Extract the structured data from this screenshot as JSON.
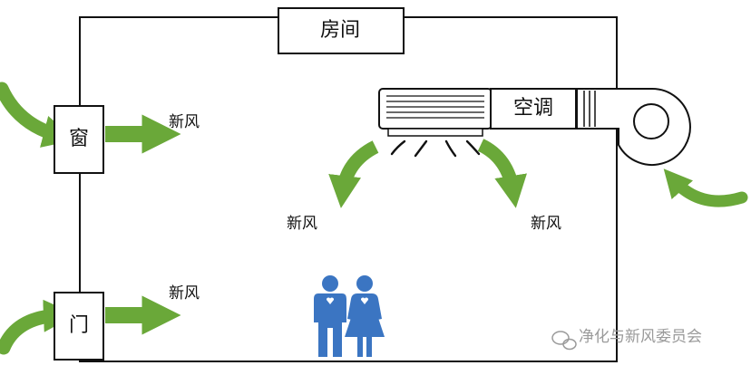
{
  "diagram": {
    "room_label": "房间",
    "window_label": "窗",
    "door_label": "门",
    "ac_label": "空调",
    "fresh_air_labels": [
      "新风",
      "新风",
      "新风",
      "新风"
    ],
    "arrow_color": "#6aa839",
    "people_color": "#3b75c2"
  },
  "watermark": {
    "text": "净化与新风委员会",
    "icon": "wechat-icon"
  }
}
